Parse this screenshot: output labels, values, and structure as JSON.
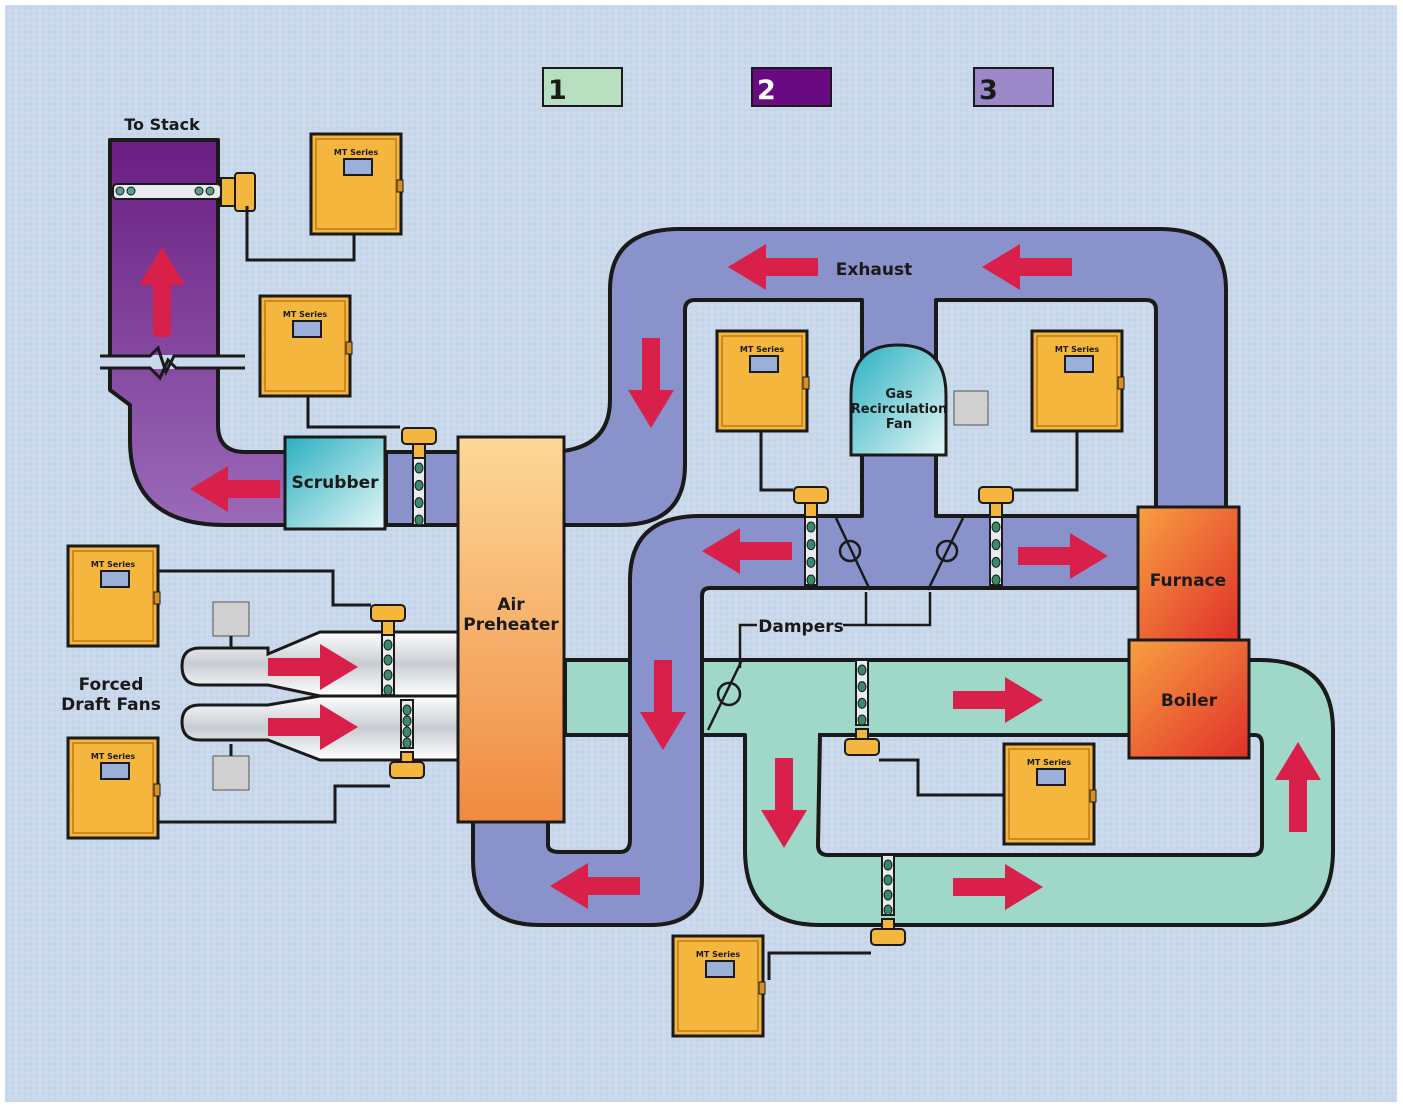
{
  "legend": [
    {
      "label": "1",
      "color": "#b8e0c0"
    },
    {
      "label": "2",
      "color": "#6a0a82"
    },
    {
      "label": "3",
      "color": "#9a88c8"
    }
  ],
  "labels": {
    "to_stack": "To Stack",
    "exhaust": "Exhaust",
    "scrubber": "Scrubber",
    "air_preheater_1": "Air",
    "air_preheater_2": "Preheater",
    "gas_fan_1": "Gas",
    "gas_fan_2": "Recirculation",
    "gas_fan_3": "Fan",
    "furnace": "Furnace",
    "boiler": "Boiler",
    "dampers": "Dampers",
    "forced_draft_1": "Forced",
    "forced_draft_2": "Draft Fans"
  },
  "transmitter_label": "MT Series",
  "colors": {
    "background": "#c9d8ea",
    "exhaust_duct": "#8a92cc",
    "air_duct": "#9fd8c8",
    "stack_top": "#6a1e82",
    "stack_bottom": "#9a6ab8",
    "arrow": "#d8204a",
    "transmitter": "#f4b63c",
    "furnace_top": "#f48a3c",
    "furnace_bottom": "#e0302a"
  }
}
